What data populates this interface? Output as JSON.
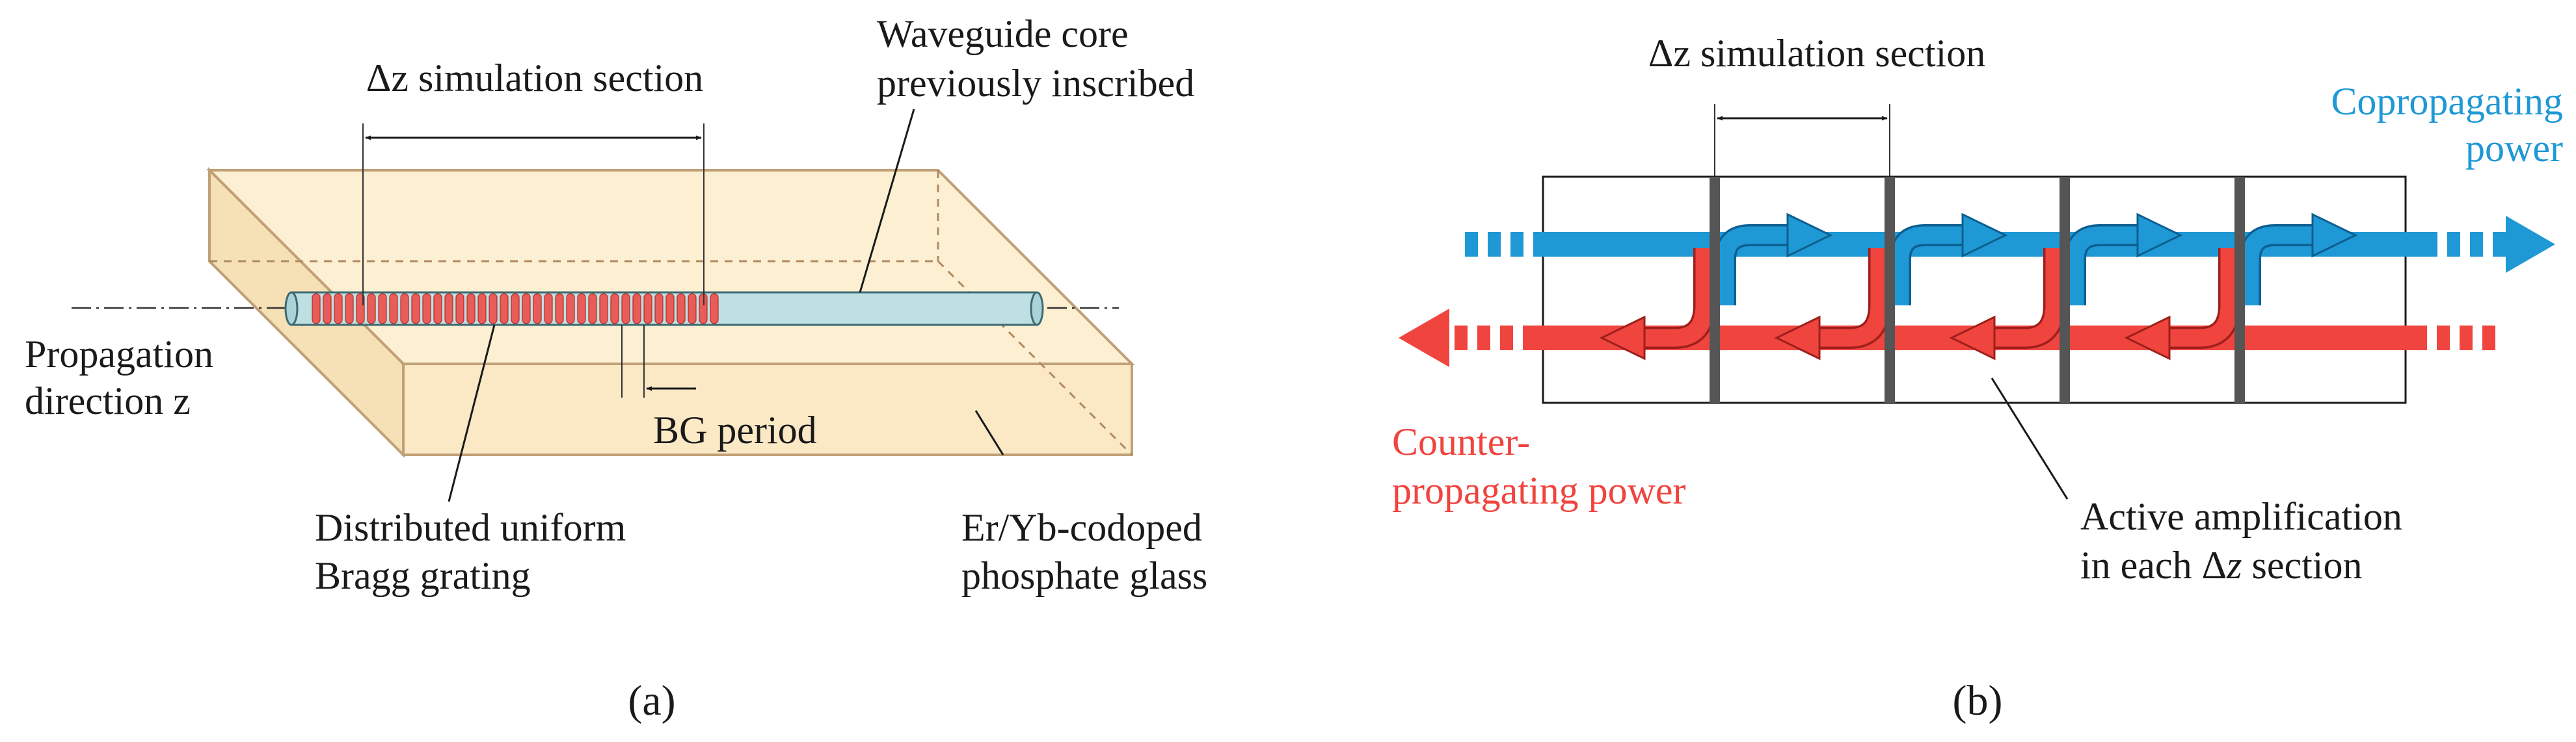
{
  "panel_a": {
    "label": "(a)",
    "dz_section": "Δz simulation section",
    "waveguide_line1": "Waveguide core",
    "waveguide_line2": "previously inscribed",
    "propagation_line1": "Propagation",
    "propagation_line2": "direction z",
    "bg_period": "BG period",
    "bragg_line1": "Distributed uniform",
    "bragg_line2": "Bragg grating",
    "glass_line1": "Er/Yb-codoped",
    "glass_line2": "phosphate glass"
  },
  "panel_b": {
    "label": "(b)",
    "dz_section": "Δz simulation section",
    "copropagating_line1": "Copropagating",
    "copropagating_line2": "power",
    "counter_line1": "Counter-",
    "counter_line2": "propagating power",
    "active_line1": "Active amplification",
    "active_line2_prefix": "in each Δ",
    "active_line2_var": "z",
    "active_line2_suffix": " section"
  },
  "colors": {
    "glass_fill": "#fcefd2",
    "glass_edge": "#c0a077",
    "waveguide_fill": "#bfe0e3",
    "grating_red": "#f0443f",
    "copropagating_blue": "#1f98d6",
    "counter_red": "#f0443f",
    "separator_gray": "#555555"
  }
}
